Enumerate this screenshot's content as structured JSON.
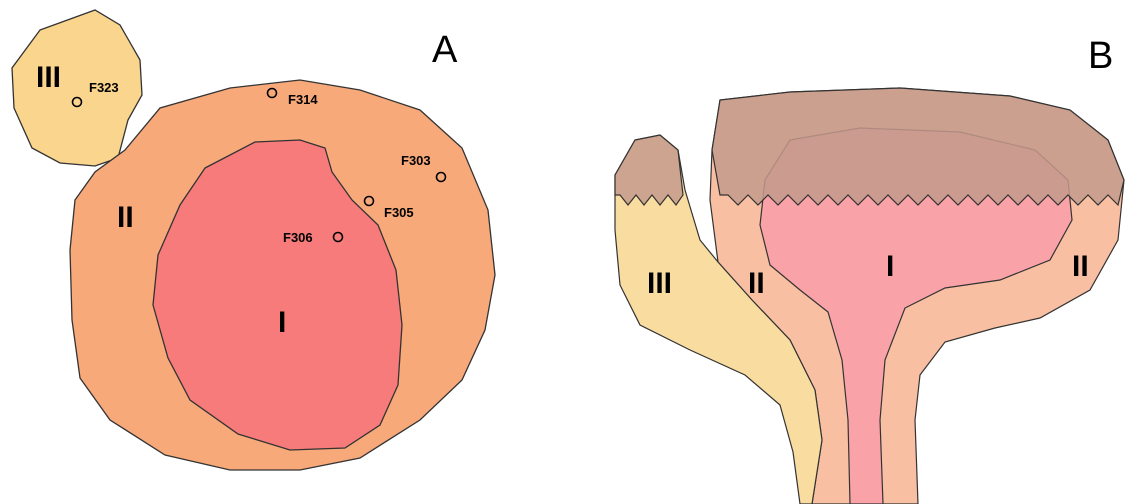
{
  "colors": {
    "zone_I": "#f77b7b",
    "zone_II": "#f8a97a",
    "zone_III": "#f9d58e",
    "b_zone_I": "#f9a3a8",
    "b_zone_II": "#f9bfa3",
    "b_zone_III": "#f9dca0",
    "b_cap": "#c49a8c",
    "outline": "#333333"
  },
  "panel_a": {
    "label": "A",
    "zones": {
      "I": "I",
      "II": "II",
      "III": "III"
    },
    "sites": [
      "F323",
      "F314",
      "F303",
      "F305",
      "F306"
    ]
  },
  "panel_b": {
    "label": "B",
    "zones": {
      "I": "I",
      "II_left": "II",
      "II_right": "II",
      "III": "III"
    }
  }
}
